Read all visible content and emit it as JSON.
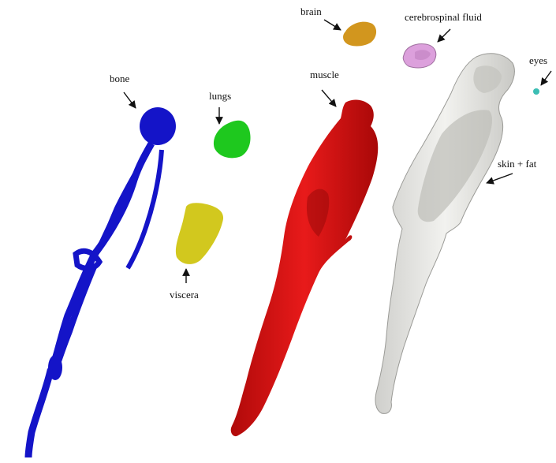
{
  "labels": {
    "bone": "bone",
    "lungs": "lungs",
    "viscera": "viscera",
    "muscle": "muscle",
    "brain": "brain",
    "csf": "cerebrospinal fluid",
    "eyes": "eyes",
    "skin_fat": "skin + fat"
  },
  "colors": {
    "bone": "#1414c8",
    "lungs": "#1ec81e",
    "viscera": "#d2c81e",
    "muscle": "#dc1414",
    "brain": "#d2961e",
    "csf": "#dca0dc",
    "eyes": "#3cbeb4",
    "skin_fat": "#e6e6e2"
  }
}
